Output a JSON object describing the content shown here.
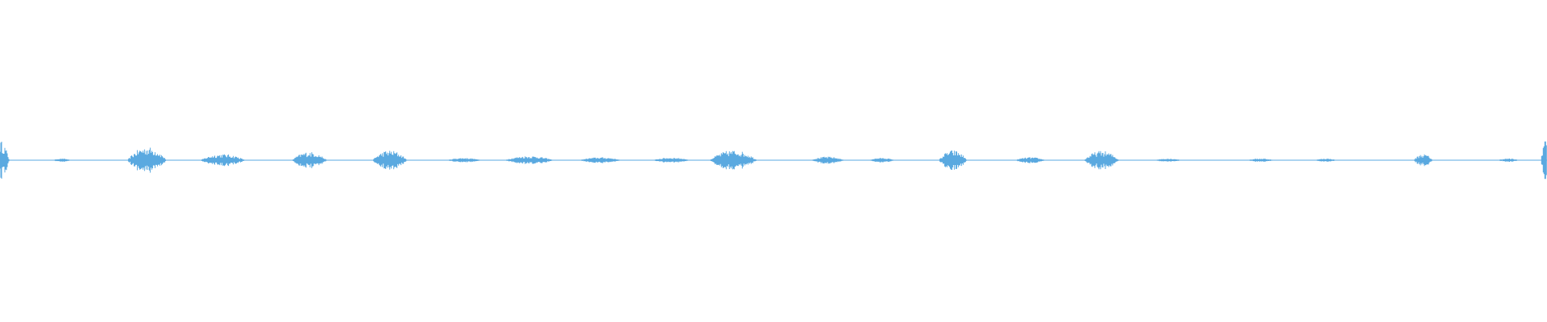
{
  "waveform": {
    "color": "#5aa9e0",
    "baseline_color": "#5aa9e0",
    "bursts": [
      {
        "pos": 0.0,
        "width": 0.012,
        "amp": 0.06
      },
      {
        "pos": 0.04,
        "width": 0.01,
        "amp": 0.004
      },
      {
        "pos": 0.095,
        "width": 0.025,
        "amp": 0.04
      },
      {
        "pos": 0.144,
        "width": 0.028,
        "amp": 0.018
      },
      {
        "pos": 0.2,
        "width": 0.022,
        "amp": 0.025
      },
      {
        "pos": 0.252,
        "width": 0.022,
        "amp": 0.03
      },
      {
        "pos": 0.3,
        "width": 0.02,
        "amp": 0.006
      },
      {
        "pos": 0.342,
        "width": 0.03,
        "amp": 0.012
      },
      {
        "pos": 0.388,
        "width": 0.025,
        "amp": 0.008
      },
      {
        "pos": 0.434,
        "width": 0.022,
        "amp": 0.007
      },
      {
        "pos": 0.474,
        "width": 0.03,
        "amp": 0.03
      },
      {
        "pos": 0.535,
        "width": 0.02,
        "amp": 0.01
      },
      {
        "pos": 0.57,
        "width": 0.015,
        "amp": 0.006
      },
      {
        "pos": 0.616,
        "width": 0.018,
        "amp": 0.03
      },
      {
        "pos": 0.666,
        "width": 0.018,
        "amp": 0.008
      },
      {
        "pos": 0.712,
        "width": 0.022,
        "amp": 0.028
      },
      {
        "pos": 0.755,
        "width": 0.015,
        "amp": 0.004
      },
      {
        "pos": 0.815,
        "width": 0.015,
        "amp": 0.004
      },
      {
        "pos": 0.857,
        "width": 0.012,
        "amp": 0.004
      },
      {
        "pos": 0.92,
        "width": 0.012,
        "amp": 0.018
      },
      {
        "pos": 0.975,
        "width": 0.012,
        "amp": 0.004
      },
      {
        "pos": 1.0,
        "width": 0.008,
        "amp": 0.08
      }
    ]
  }
}
